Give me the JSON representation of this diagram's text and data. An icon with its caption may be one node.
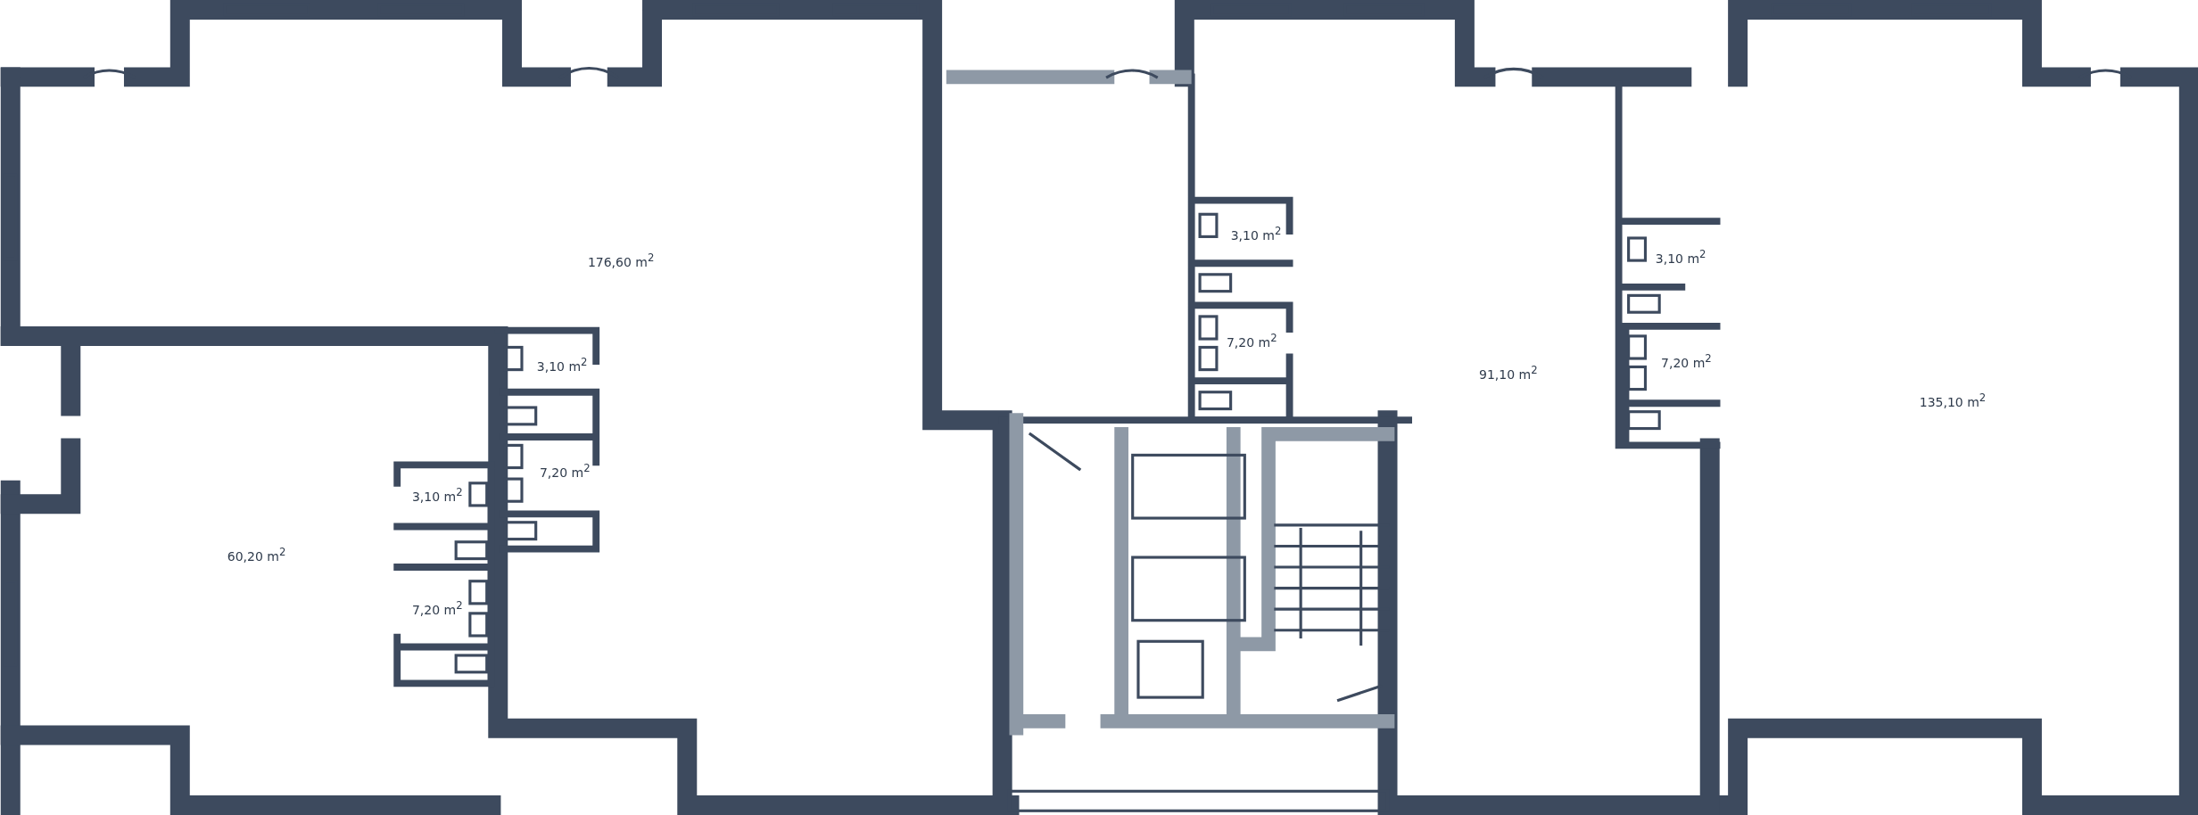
{
  "diagram": {
    "labels": [
      "3,10 m$^{2}$",
      "3,10 m$^{2}$",
      "176,60 m$^{2}$",
      "7,20 m$^{2}$",
      "7,20 m$^{2}$",
      "3,10 m$^{2}$",
      "91,10 m$^{2}$",
      "135,10 m$^{2}$",
      "7,20 m$^{2}$",
      "3,10 m$^{2}$",
      "60,20 m$^{2}$",
      "7,20 m$^{2}$"
    ]
  }
}
